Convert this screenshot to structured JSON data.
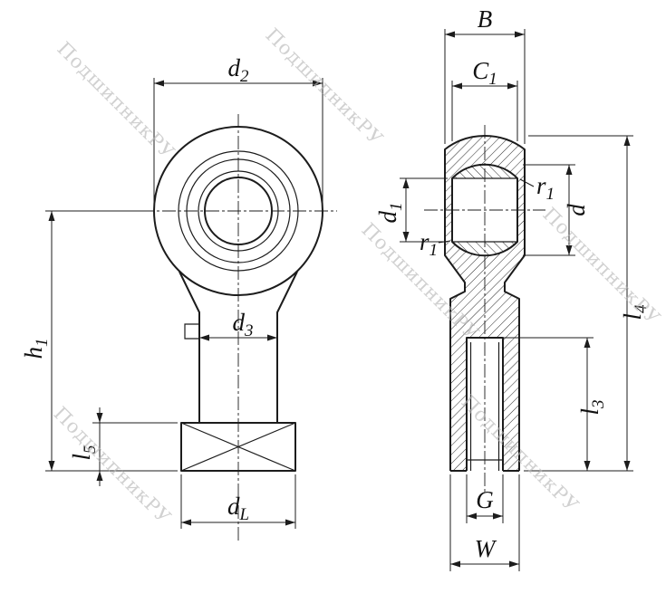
{
  "watermark": {
    "text": "ПодшипникРУ"
  },
  "dims": {
    "d2": {
      "base": "d",
      "sub": "2"
    },
    "h1": {
      "base": "h",
      "sub": "1"
    },
    "d3": {
      "base": "d",
      "sub": "3"
    },
    "l5": {
      "base": "l",
      "sub": "5"
    },
    "dL": {
      "base": "d",
      "sub": "L"
    },
    "B": {
      "base": "B",
      "sub": ""
    },
    "C1": {
      "base": "C",
      "sub": "1"
    },
    "d1": {
      "base": "d",
      "sub": "1"
    },
    "r1a": {
      "base": "r",
      "sub": "1"
    },
    "r1b": {
      "base": "r",
      "sub": "1"
    },
    "d": {
      "base": "d",
      "sub": ""
    },
    "l4": {
      "base": "l",
      "sub": "4"
    },
    "l3": {
      "base": "l",
      "sub": "3"
    },
    "G": {
      "base": "G",
      "sub": ""
    },
    "W": {
      "base": "W",
      "sub": ""
    }
  }
}
